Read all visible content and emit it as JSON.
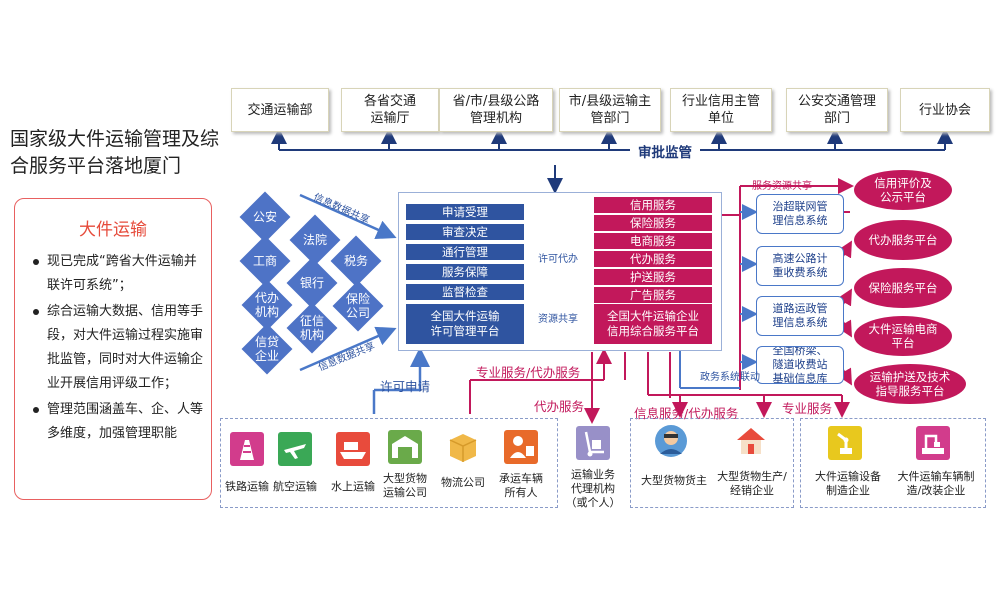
{
  "top_orgs": [
    "交通运输部",
    "各省交通\n运输厅",
    "省/市/县级公路\n管理机构",
    "市/县级运输主\n管部门",
    "行业信用主管\n单位",
    "公安交通管理\n部门",
    "行业协会"
  ],
  "approval_label": "审批监管",
  "title": "国家级大件运输管理及综合服务平台落地厦门",
  "card": {
    "heading": "大件运输",
    "bullets": [
      "现已完成“跨省大件运输并联许可系统”；",
      "综合运输大数据、信用等手段，对大件运输过程实施审批监管，同时对大件运输企业开展信用评级工作；",
      "管理范围涵盖车、企、人等多维度，加强管理职能"
    ]
  },
  "diamonds": [
    "公安",
    "法院",
    "工商",
    "税务",
    "银行",
    "代办\n机构",
    "保险\n公司",
    "征信\n机构",
    "信贷\n企业"
  ],
  "info_share_labels": [
    "信息数据共享",
    "信息数据共享"
  ],
  "blue_items": [
    "申请受理",
    "审查决定",
    "通行管理",
    "服务保障",
    "监督检查"
  ],
  "blue_big": "全国大件运输\n许可管理平台",
  "pink_items": [
    "信用服务",
    "保险服务",
    "电商服务",
    "代办服务",
    "护送服务",
    "广告服务"
  ],
  "pink_big": "全国大件运输企业\n信用综合服务平台",
  "mid_labels": {
    "permit_agency": "许可代办",
    "resource_share": "资源共享"
  },
  "service_resource_share": "服务资源共享",
  "business_link": "政务系统联动",
  "right_boxes": [
    "治超联网管\n理信息系统",
    "高速公路计\n重收费系统",
    "道路运政管\n理信息系统",
    "全国桥梁、\n隧道收费站\n基础信息库"
  ],
  "bubbles": [
    "信用评价及\n公示平台",
    "代办服务平台",
    "保险服务平台",
    "大件运输电商\n平台",
    "运输护送及技术\n指导服务平台"
  ],
  "lower_labels": {
    "permit_apply": "许可申请",
    "pro_agency": "专业服务/代办服务",
    "agency": "代办服务",
    "info_agency": "信息服务/代办服务",
    "pro": "专业服务"
  },
  "group1": [
    "铁路运输",
    "航空运输",
    "水上运输",
    "大型货物\n运输公司",
    "物流公司",
    "承运车辆\n所有人"
  ],
  "agent": "运输业务\n代理机构\n（或个人）",
  "group2": [
    "大型货物货主",
    "大型货物生产/\n经销企业"
  ],
  "group3": [
    "大件运输设备\n制造企业",
    "大件运输车辆制\n造/改装企业"
  ],
  "colors": {
    "blue": "#2f54a0",
    "pink": "#c2185b",
    "diamond": "#4e73c6",
    "red": "#e64b3b"
  }
}
